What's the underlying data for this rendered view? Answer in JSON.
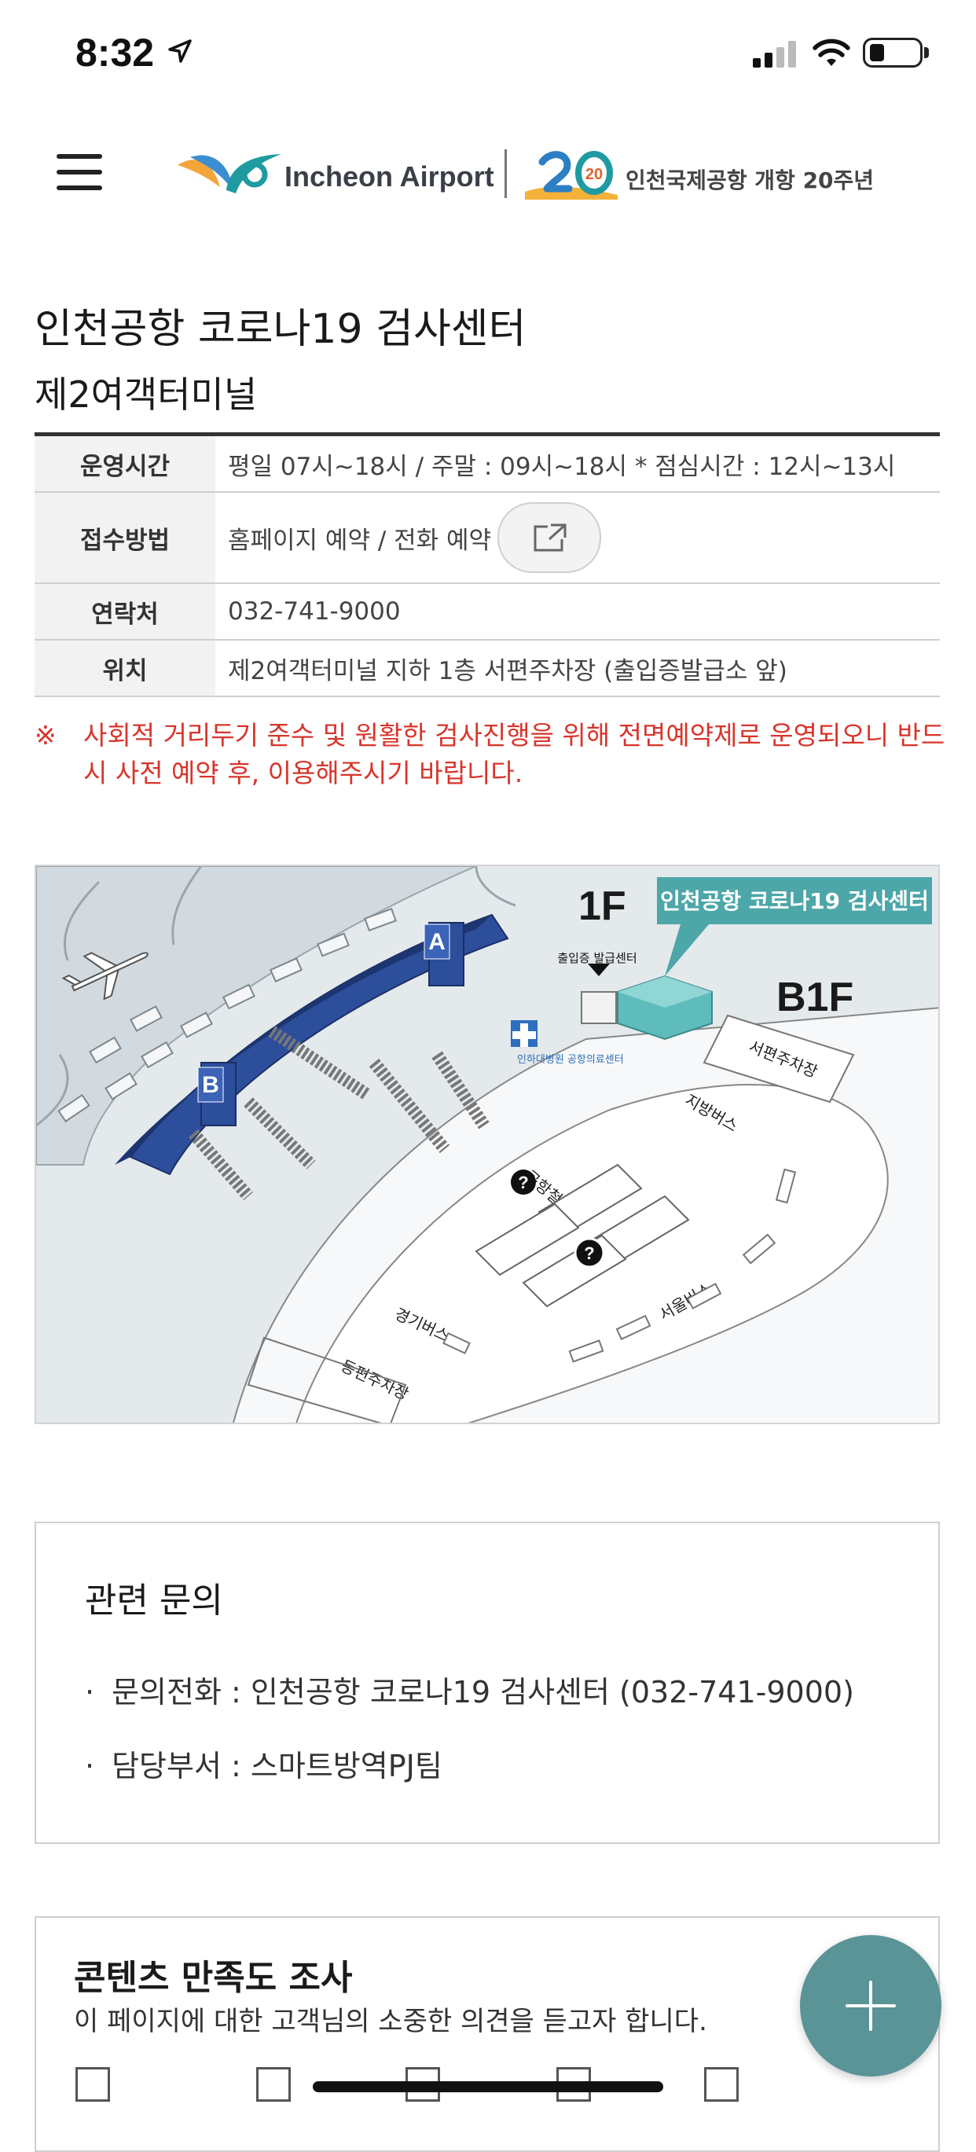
{
  "status_bar": {
    "time": "8:32"
  },
  "header": {
    "logo_text": "Incheon Airport",
    "anniversary_number": "20",
    "anniversary_text": "인천국제공항 개항 20주년"
  },
  "page": {
    "title": "인천공항 코로나19 검사센터",
    "subtitle": "제2여객터미널"
  },
  "info_table": {
    "rows": [
      {
        "label": "운영시간",
        "value": "평일 07시~18시 / 주말 : 09시~18시 * 점심시간 : 12시~13시"
      },
      {
        "label": "접수방법",
        "value": "홈페이지 예약 / 전화 예약"
      },
      {
        "label": "연락처",
        "value": "032-741-9000"
      },
      {
        "label": "위치",
        "value": "제2여객터미널 지하 1층 서편주차장 (출입증발급소 앞)"
      }
    ]
  },
  "notice": {
    "mark": "※",
    "text": "사회적 거리두기 준수 및 원활한 검사진행을 위해 전면예약제로 운영되오니 반드시 사전 예약 후, 이용해주시기 바랍니다."
  },
  "map": {
    "callout": "인천공항 코로나19 검사센터",
    "floor_upper": "1F",
    "floor_lower": "B1F",
    "gate_a": "A",
    "gate_b": "B",
    "pass_office": "출입증 발급센터",
    "medical_center": "인하대병원 공항의료센터",
    "west_parking": "서편주차장",
    "local_bus": "지방버스",
    "rail": "공항철도",
    "seoul_bus": "서울버스",
    "gyeonggi_bus": "경기버스",
    "east_parking": "동편주차장"
  },
  "inquiry": {
    "title": "관련 문의",
    "items": [
      {
        "bullet": "·",
        "text": "문의전화 : 인천공항 코로나19 검사센터 (032-741-9000)"
      },
      {
        "bullet": "·",
        "text": "담당부서 : 스마트방역PJ팀"
      }
    ]
  },
  "survey": {
    "title": "콘텐츠 만족도 조사",
    "description": "이 페이지에 대한 고객님의 소중한 의견을 듣고자 합니다."
  },
  "icons": {
    "menu": "hamburger-menu-icon",
    "external_link": "external-link-icon",
    "fab": "plus-icon"
  },
  "colors": {
    "notice_red": "#d9342b",
    "fab_teal": "#5a9497",
    "terminal_blue": "#2d4e9b",
    "callout_teal": "#4da6a8"
  }
}
